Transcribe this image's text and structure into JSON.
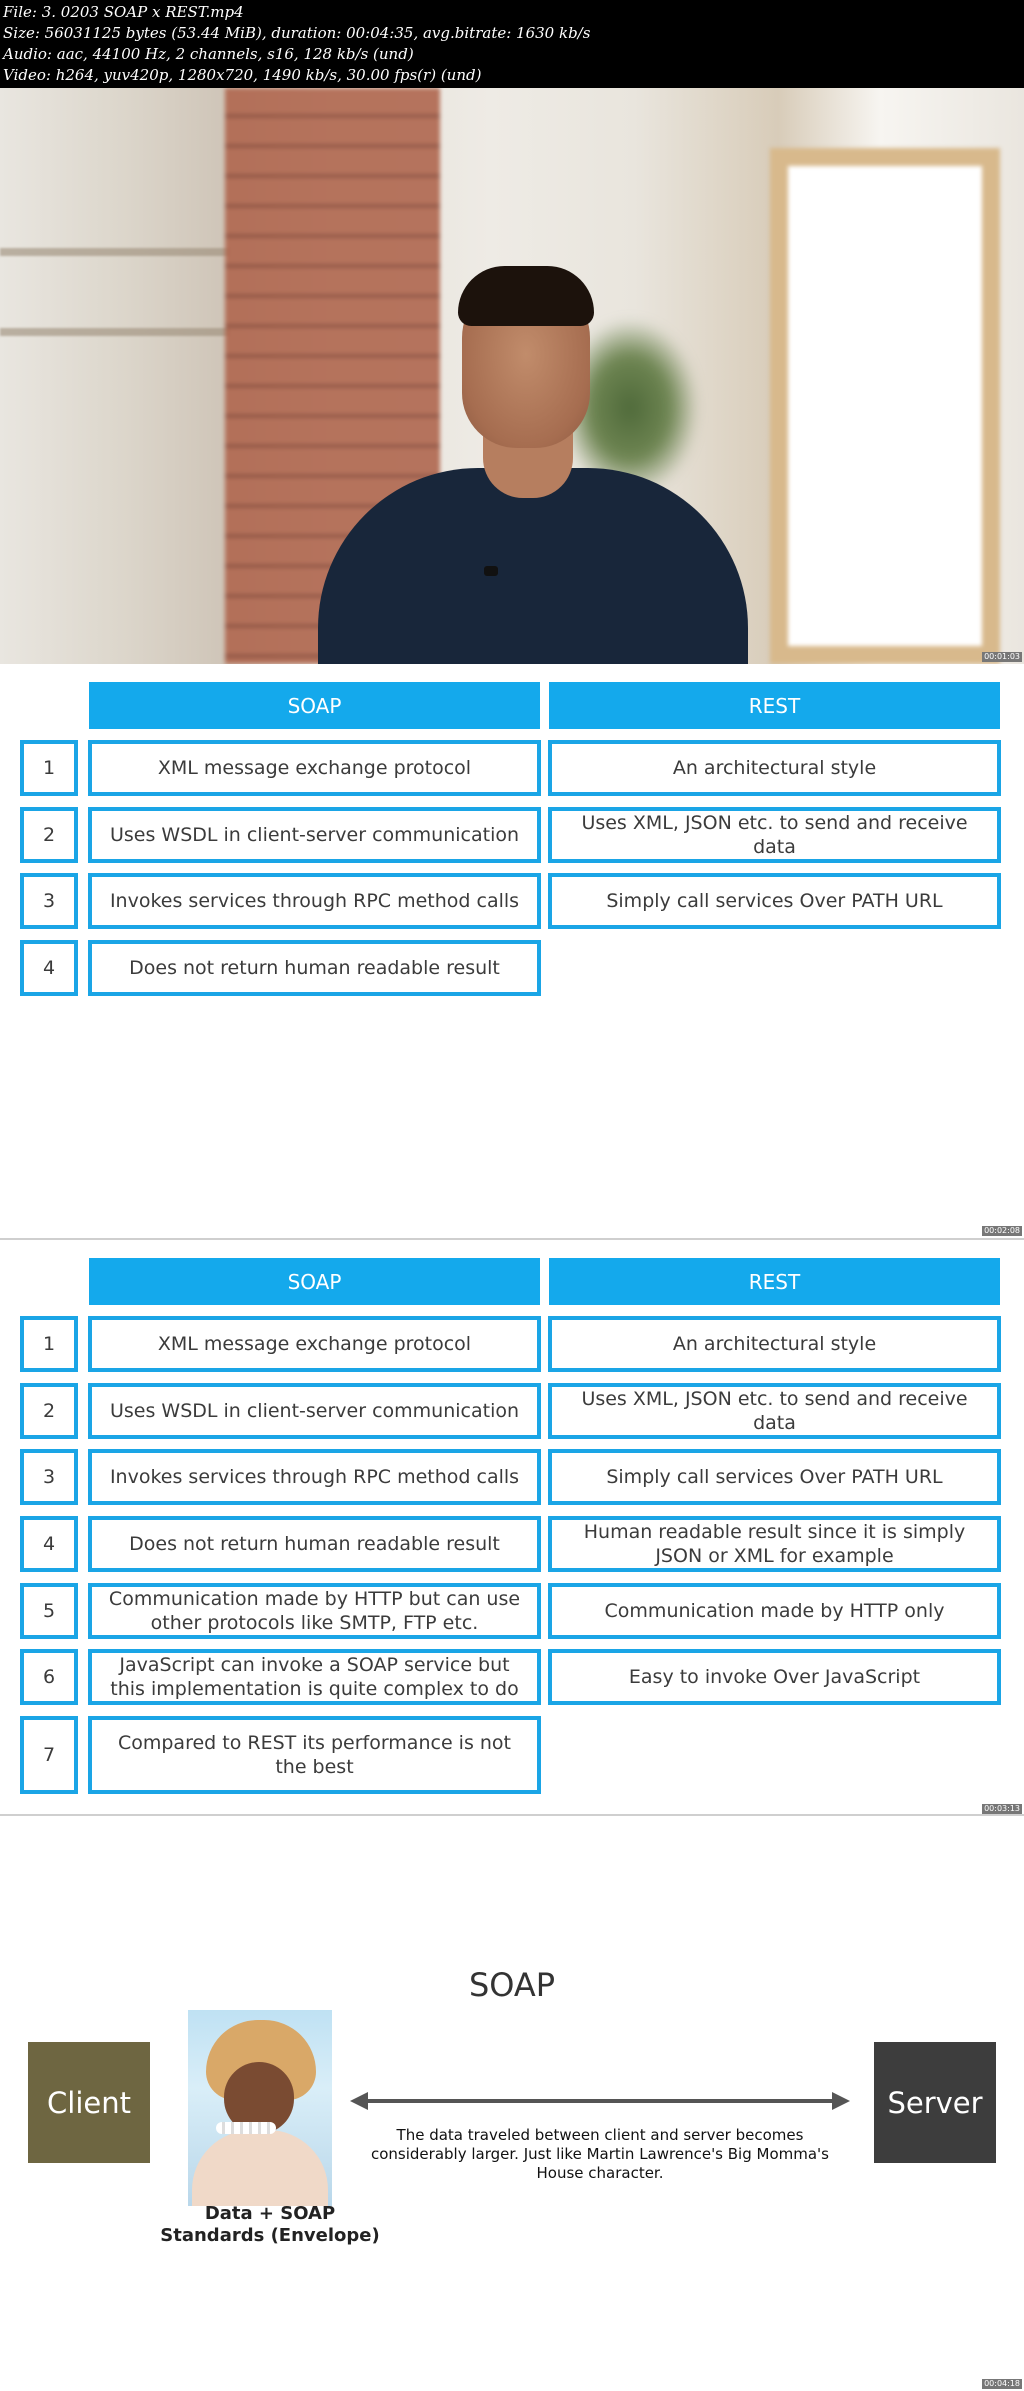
{
  "file_info": {
    "line1": "File: 3. 0203 SOAP x REST.mp4",
    "line2": "Size: 56031125 bytes (53.44 MiB), duration: 00:04:35, avg.bitrate: 1630 kb/s",
    "line3": "Audio: aac, 44100 Hz, 2 channels, s16, 128 kb/s (und)",
    "line4": "Video: h264, yuv420p, 1280x720, 1490 kb/s, 30.00 fps(r) (und)"
  },
  "timestamps": [
    "00:01:03",
    "00:02:08",
    "00:03:13",
    "00:04:18"
  ],
  "table": {
    "headers": {
      "soap": "SOAP",
      "rest": "REST"
    },
    "rows": [
      {
        "num": "1",
        "soap": "XML message exchange protocol",
        "rest": "An architectural style"
      },
      {
        "num": "2",
        "soap": "Uses WSDL in client-server communication",
        "rest": "Uses XML, JSON etc. to send and receive data"
      },
      {
        "num": "3",
        "soap": "Invokes services through RPC method calls",
        "rest": "Simply call services Over PATH URL"
      },
      {
        "num": "4",
        "soap": "Does not return human readable result",
        "rest": "Human readable result since it is simply JSON or XML for example"
      },
      {
        "num": "5",
        "soap": "Communication made by HTTP but can use other protocols like SMTP, FTP etc.",
        "rest": "Communication made by HTTP only"
      },
      {
        "num": "6",
        "soap": "JavaScript can invoke a SOAP service but this implementation is quite complex to do",
        "rest": "Easy to invoke Over JavaScript"
      },
      {
        "num": "7",
        "soap": "Compared to REST its performance is not the best",
        "rest": ""
      }
    ]
  },
  "diagram": {
    "title": "SOAP",
    "client": "Client",
    "server": "Server",
    "caption": "Data + SOAP Standards (Envelope)",
    "description": "The data traveled between client and server becomes considerably larger. Just like Martin Lawrence's Big Momma's House character.",
    "arrow_color": "#555555"
  },
  "colors": {
    "accent": "#14a9ec",
    "client": "#6e6641",
    "server": "#3d3d3d"
  }
}
